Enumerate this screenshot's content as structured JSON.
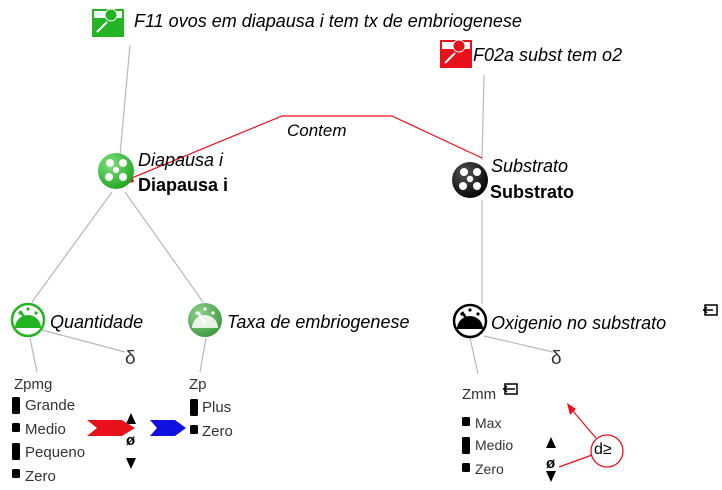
{
  "fragments": {
    "f11": "F11 ovos em diapausa i tem tx de embriogenese",
    "f02a": "F02a subst tem o2"
  },
  "relation": {
    "label": "Contem"
  },
  "entities": {
    "diapausa": {
      "italic": "Diapausa i",
      "bold": "Diapausa i"
    },
    "substrato": {
      "italic": "Substrato",
      "bold": "Substrato"
    }
  },
  "quantities": {
    "quantidade": "Quantidade",
    "taxa": "Taxa de embriogenese",
    "oxigenio": "Oxigenio no substrato"
  },
  "qspaces": {
    "zpmg": {
      "name": "Zpmg",
      "values": [
        "Grande",
        "Medio",
        "Pequeno",
        "Zero"
      ]
    },
    "zp": {
      "name": "Zp",
      "values": [
        "Plus",
        "Zero"
      ]
    },
    "zmm": {
      "name": "Zmm",
      "values": [
        "Max",
        "Medio",
        "Zero"
      ]
    }
  },
  "symbols": {
    "delta": "δ",
    "empty": "ø",
    "inequality": "d≥"
  },
  "colors": {
    "green": "#22b422",
    "red": "#e8101a",
    "blue": "#1010e0",
    "line": "#b8b8b8"
  }
}
